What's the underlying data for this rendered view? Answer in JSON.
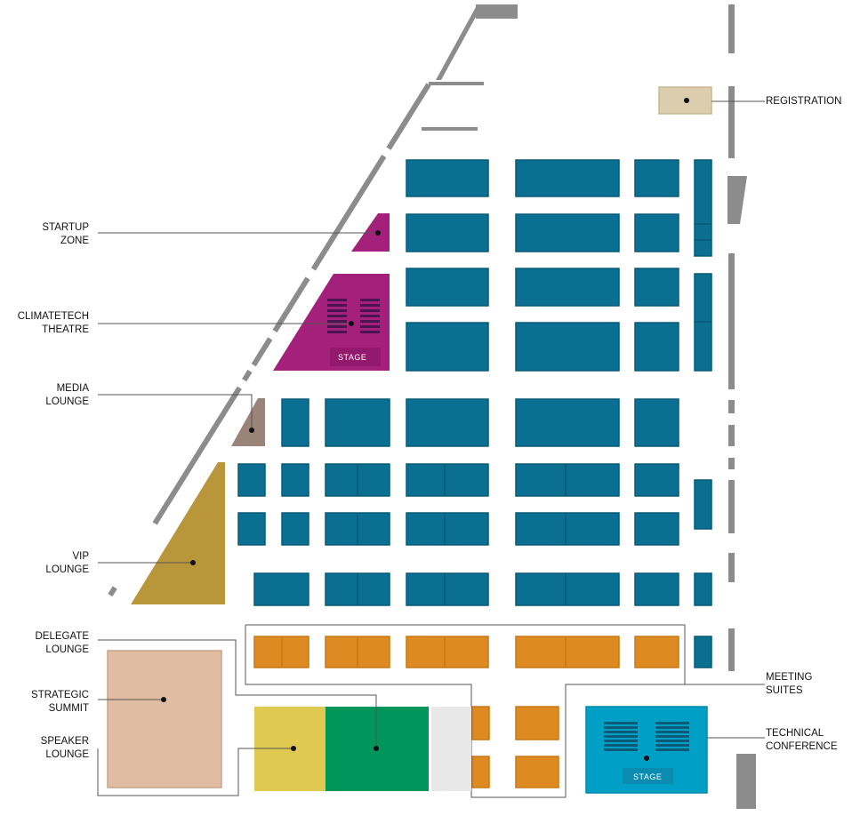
{
  "labels": {
    "registration": "REGISTRATION",
    "startup_zone": [
      "STARTUP",
      "ZONE"
    ],
    "climatetech_theatre": [
      "CLIMATETECH",
      "THEATRE"
    ],
    "media_lounge": [
      "MEDIA",
      "LOUNGE"
    ],
    "vip_lounge": [
      "VIP",
      "LOUNGE"
    ],
    "delegate_lounge": [
      "DELEGATE",
      "LOUNGE"
    ],
    "strategic_summit": [
      "STRATEGIC",
      "SUMMIT"
    ],
    "speaker_lounge": [
      "SPEAKER",
      "LOUNGE"
    ],
    "meeting_suites": [
      "MEETING",
      "SUITES"
    ],
    "technical_conference": [
      "TECHNICAL",
      "CONFERENCE"
    ],
    "stage": "STAGE"
  },
  "colors": {
    "wall": "#8c8c8c",
    "booth": "#0b6f92",
    "booth_edge": "#075a78",
    "meeting": "#dd8a22",
    "registration": "#dccdaf",
    "startup": "#a3207b",
    "theatre": "#a3207b",
    "media": "#9a8378",
    "vip": "#b9963a",
    "delegate": "#00955a",
    "strategic": "#e0bca2",
    "speaker": "#e0c951",
    "technical": "#009fc6",
    "neutral": "#e8e8e8"
  }
}
